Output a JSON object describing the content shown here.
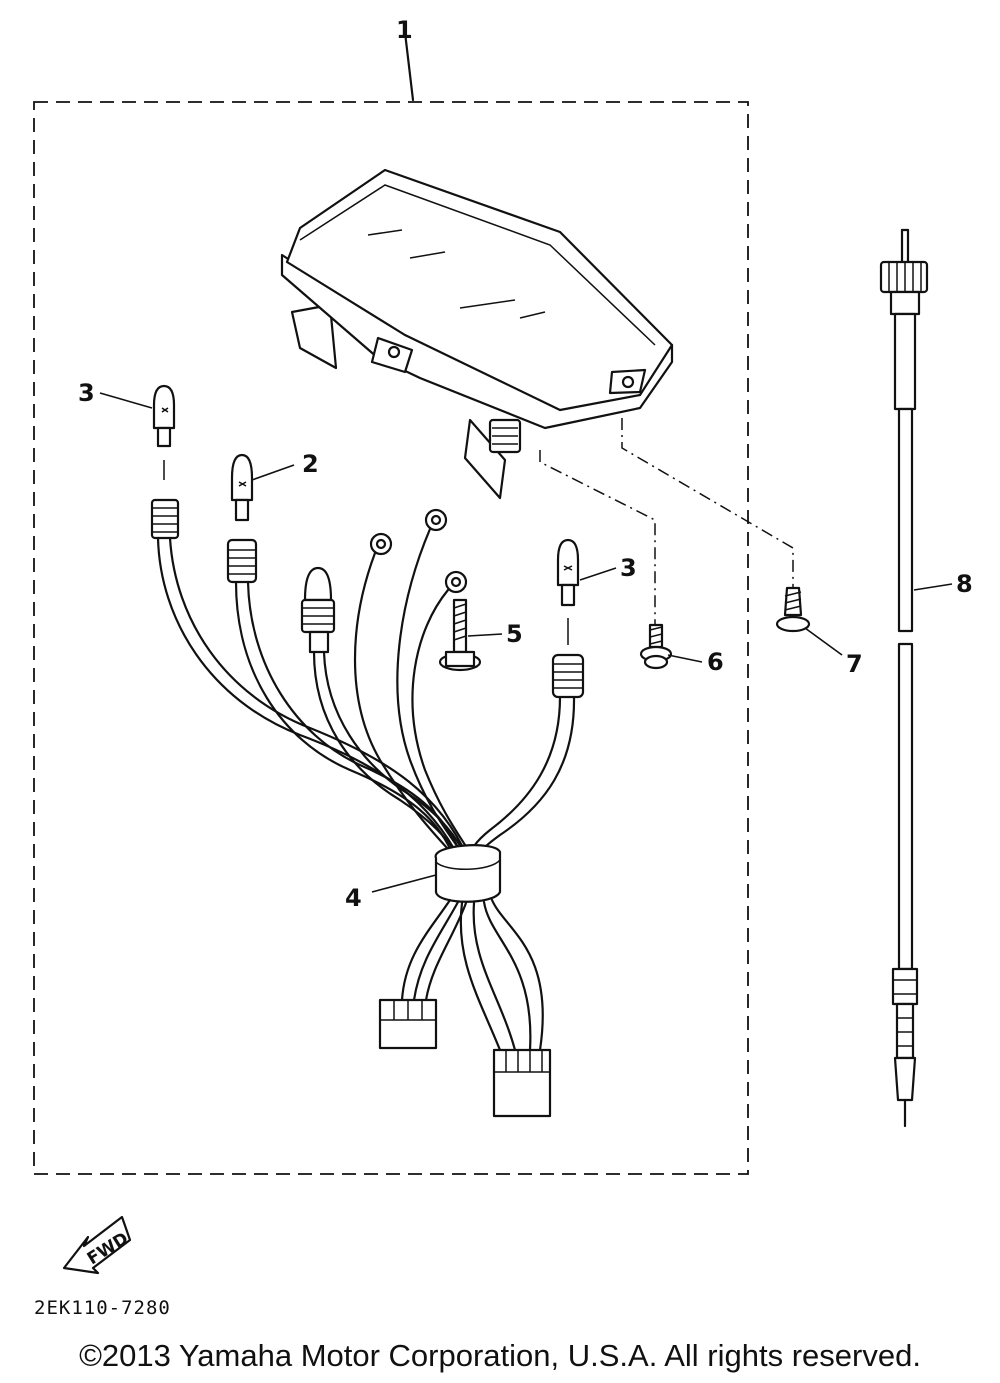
{
  "diagram": {
    "assembly_callout": "1",
    "callouts": [
      "2",
      "3",
      "3",
      "4",
      "5",
      "6",
      "7",
      "8"
    ],
    "fwd_label": "FWD",
    "drawing_code": "2EK110-7280"
  },
  "footer": {
    "copyright": "©2013 Yamaha Motor Corporation, U.S.A. All rights reserved."
  }
}
